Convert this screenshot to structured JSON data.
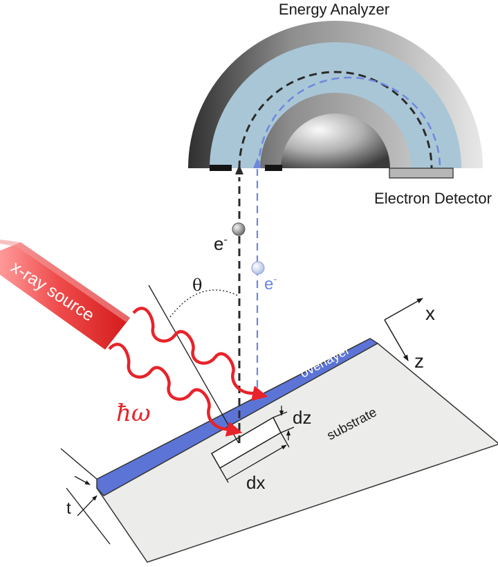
{
  "labels": {
    "energy_analyzer": "Energy Analyzer",
    "electron_detector": "Electron Detector",
    "xray_source": "x-ray source",
    "photon_energy": "ħω",
    "electron_dark": "e",
    "electron_dark_sup": "-",
    "electron_blue": "e",
    "electron_blue_sup": "-",
    "emission_angle": "θ",
    "axis_x": "x",
    "axis_z": "z",
    "overlayer": "overlayer",
    "substrate": "substrate",
    "thickness": "t",
    "depth_element": "dz",
    "width_element": "dx"
  },
  "colors": {
    "xray_red": "#e8232a",
    "overlayer_blue": "#5b74d6",
    "analyzer_inner": "#a8c6d6",
    "substrate_fill": "#ececea",
    "electron_path_blue": "#6e86e0",
    "electron_path_dark": "#2a2a2a"
  }
}
